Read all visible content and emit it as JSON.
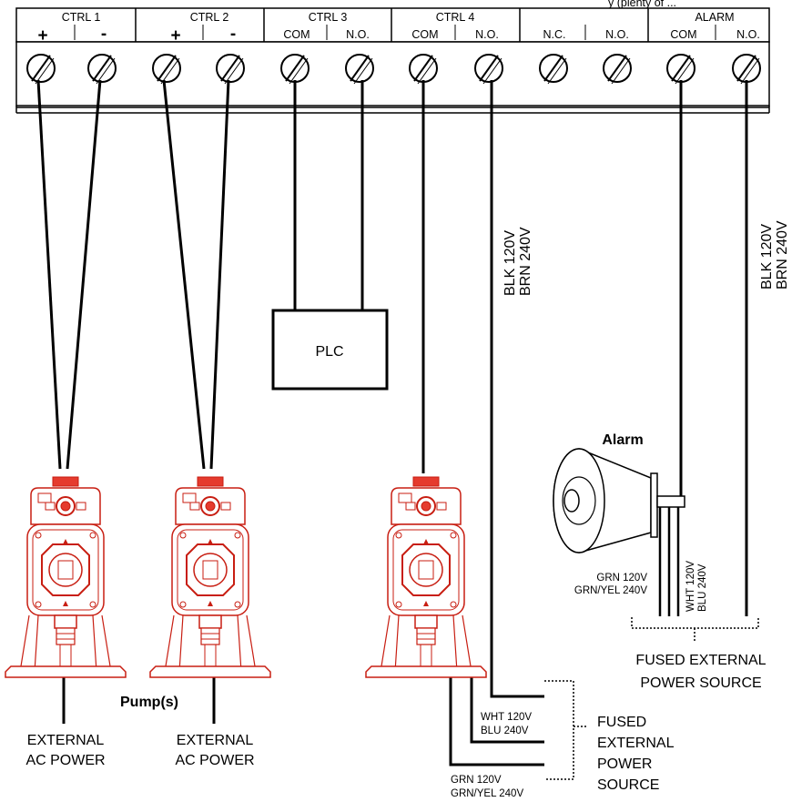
{
  "terminal_block": {
    "top_partial_text": "y (plenty of ...",
    "groups": [
      {
        "name": "CTRL 1",
        "left": "+",
        "right": "-"
      },
      {
        "name": "CTRL 2",
        "left": "+",
        "right": "-"
      },
      {
        "name": "CTRL 3",
        "left": "COM",
        "right": "N.O."
      },
      {
        "name": "CTRL 4",
        "left": "COM",
        "right": "N.O."
      },
      {
        "name": "",
        "left": "N.C.",
        "right": "N.O."
      },
      {
        "name": "ALARM",
        "left": "COM",
        "right": "N.O."
      }
    ]
  },
  "plc_label": "PLC",
  "alarm_label": "Alarm",
  "pumps_label": "Pump(s)",
  "wire_labels": {
    "ctrl4_line1": "BLK 120V",
    "ctrl4_line2": "BRN 240V",
    "alarm_line1": "BLK 120V",
    "alarm_line2": "BRN 240V",
    "alarm_wht_1": "WHT 120V",
    "alarm_wht_2": "BLU 240V",
    "alarm_grn_1": "GRN 120V",
    "alarm_grn_2": "GRN/YEL 240V",
    "pump_wht_1": "WHT 120V",
    "pump_wht_2": "BLU 240V",
    "pump_grn_1": "GRN 120V",
    "pump_grn_2": "GRN/YEL 240V"
  },
  "power_labels": {
    "ext_ac_1_line1": "EXTERNAL",
    "ext_ac_1_line2": "AC POWER",
    "ext_ac_2_line1": "EXTERNAL",
    "ext_ac_2_line2": "AC POWER",
    "fused_alarm_line1": "FUSED EXTERNAL",
    "fused_alarm_line2": "POWER SOURCE",
    "fused_pump_line1": "FUSED",
    "fused_pump_line2": "EXTERNAL",
    "fused_pump_line3": "POWER",
    "fused_pump_line4": "SOURCE"
  }
}
